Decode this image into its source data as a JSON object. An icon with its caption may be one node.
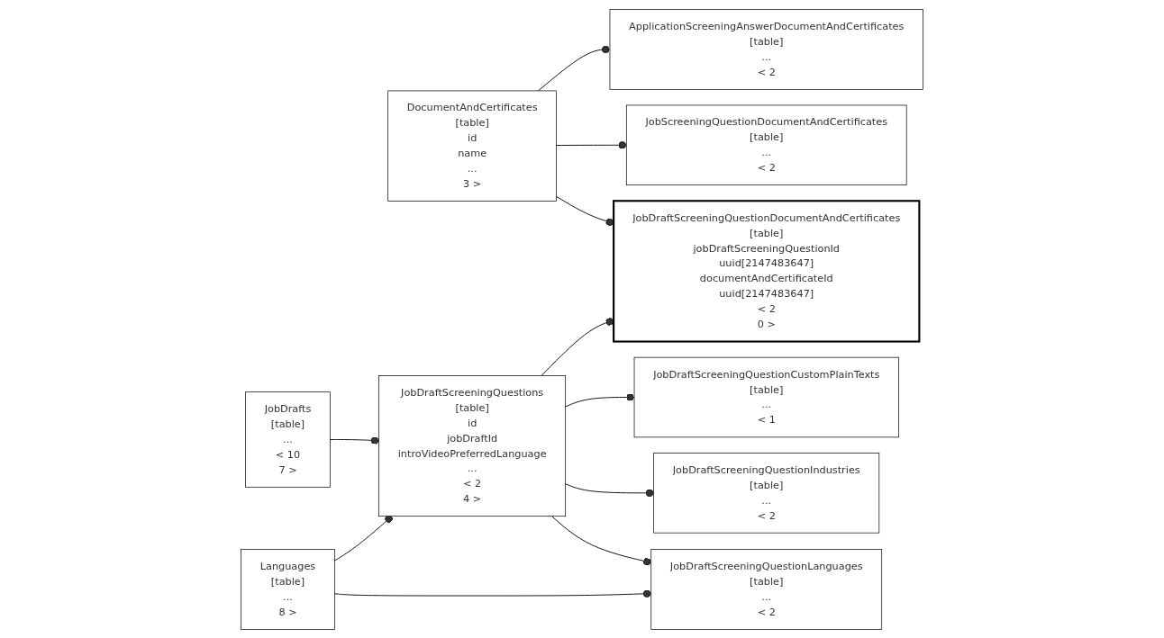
{
  "diagram": {
    "nodes": [
      {
        "text": [
          "ApplicationScreeningAnswerDocumentAndCertificates",
          "[table]",
          "...",
          "< 2"
        ]
      },
      {
        "text": [
          "DocumentAndCertificates",
          "[table]",
          "id",
          "name",
          "...",
          "3 >"
        ]
      },
      {
        "text": [
          "JobScreeningQuestionDocumentAndCertificates",
          "[table]",
          "...",
          "< 2"
        ]
      },
      {
        "text": [
          "JobDraftScreeningQuestionDocumentAndCertificates",
          "[table]",
          "jobDraftScreeningQuestionId",
          "uuid[2147483647]",
          "documentAndCertificateId",
          "uuid[2147483647]",
          "< 2",
          "0 >"
        ]
      },
      {
        "text": [
          "JobDraftScreeningQuestionCustomPlainTexts",
          "[table]",
          "...",
          "< 1"
        ]
      },
      {
        "text": [
          "JobDrafts",
          "[table]",
          "...",
          "< 10",
          "7 >"
        ]
      },
      {
        "text": [
          "JobDraftScreeningQuestions",
          "[table]",
          "id",
          "jobDraftId",
          "introVideoPreferredLanguage",
          "...",
          "< 2",
          "4 >"
        ]
      },
      {
        "text": [
          "JobDraftScreeningQuestionIndustries",
          "[table]",
          "...",
          "< 2"
        ]
      },
      {
        "text": [
          "Languages",
          "[table]",
          "...",
          "8 >"
        ]
      },
      {
        "text": [
          "JobDraftScreeningQuestionLanguages",
          "[table]",
          "...",
          "< 2"
        ]
      }
    ],
    "edges": [
      {
        "from": 1,
        "to": 0,
        "arrow": "other"
      },
      {
        "from": 1,
        "to": 2,
        "arrow": "other"
      },
      {
        "from": 1,
        "to": 3,
        "arrow": "other"
      },
      {
        "from": 6,
        "to": 3,
        "arrow": "other"
      },
      {
        "from": 6,
        "to": 4,
        "arrow": "other"
      },
      {
        "from": 6,
        "to": 7,
        "arrow": "other"
      },
      {
        "from": 6,
        "to": 9,
        "arrow": "other"
      },
      {
        "from": 5,
        "to": 6,
        "arrow": "other"
      },
      {
        "from": 8,
        "to": 6,
        "arrow": "other"
      },
      {
        "from": 8,
        "to": 9,
        "arrow": "other"
      }
    ]
  }
}
